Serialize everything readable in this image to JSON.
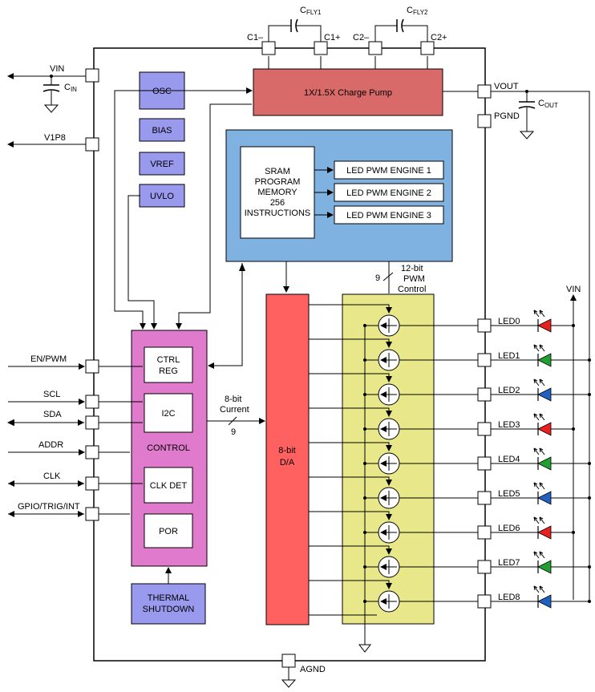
{
  "pins_left": {
    "vin": "VIN",
    "cin": "C",
    "cin_sub": "IN",
    "v1p8": "V1P8",
    "en_pwm": "EN/PWM",
    "scl": "SCL",
    "sda": "SDA",
    "addr": "ADDR",
    "clk": "CLK",
    "gpio": "GPIO/TRIG/INT"
  },
  "pins_top": {
    "c1m": "C1–",
    "c1p": "C1+",
    "c2m": "C2–",
    "c2p": "C2+",
    "cfly1": "C",
    "cfly1_sub": "FLY1",
    "cfly2": "C",
    "cfly2_sub": "FLY2"
  },
  "pins_right": {
    "vout": "VOUT",
    "pgnd": "PGND",
    "cout": "C",
    "cout_sub": "OUT",
    "vin_right": "VIN",
    "leds": [
      "LED0",
      "LED1",
      "LED2",
      "LED3",
      "LED4",
      "LED5",
      "LED6",
      "LED7",
      "LED8"
    ]
  },
  "pins_bottom": {
    "agnd": "AGND"
  },
  "blocks": {
    "osc": "OSC",
    "bias": "BIAS",
    "vref": "VREF",
    "uvlo": "UVLO",
    "charge_pump": "1X/1.5X Charge Pump",
    "sram": [
      "SRAM",
      "PROGRAM",
      "MEMORY",
      "256",
      "INSTRUCTIONS"
    ],
    "engines": [
      "LED PWM ENGINE 1",
      "LED PWM ENGINE 2",
      "LED PWM ENGINE 3"
    ],
    "ctrl_reg": [
      "CTRL",
      "REG"
    ],
    "i2c": "I2C",
    "control": "CONTROL",
    "clk_det": "CLK DET",
    "por": "POR",
    "thermal": [
      "THERMAL",
      "SHUTDOWN"
    ],
    "da": [
      "8-bit",
      "D/A"
    ]
  },
  "annotations": {
    "bits_12": "12-bit",
    "pwm": "PWM",
    "control": "Control",
    "nine_top": "9",
    "bits_8": "8-bit",
    "current": "Current",
    "nine_mid": "9"
  },
  "led_colors": [
    "#e82020",
    "#20a030",
    "#2060c0",
    "#e82020",
    "#20a030",
    "#2060c0",
    "#e82020",
    "#20a030",
    "#2060c0"
  ],
  "colors": {
    "osc": "#9999ee",
    "charge_pump": "#d96a6a",
    "memory_block": "#7fb2e0",
    "control": "#e07acc",
    "da": "#ff6161",
    "current_sinks": "#e8e88a",
    "thermal": "#9999ee"
  }
}
